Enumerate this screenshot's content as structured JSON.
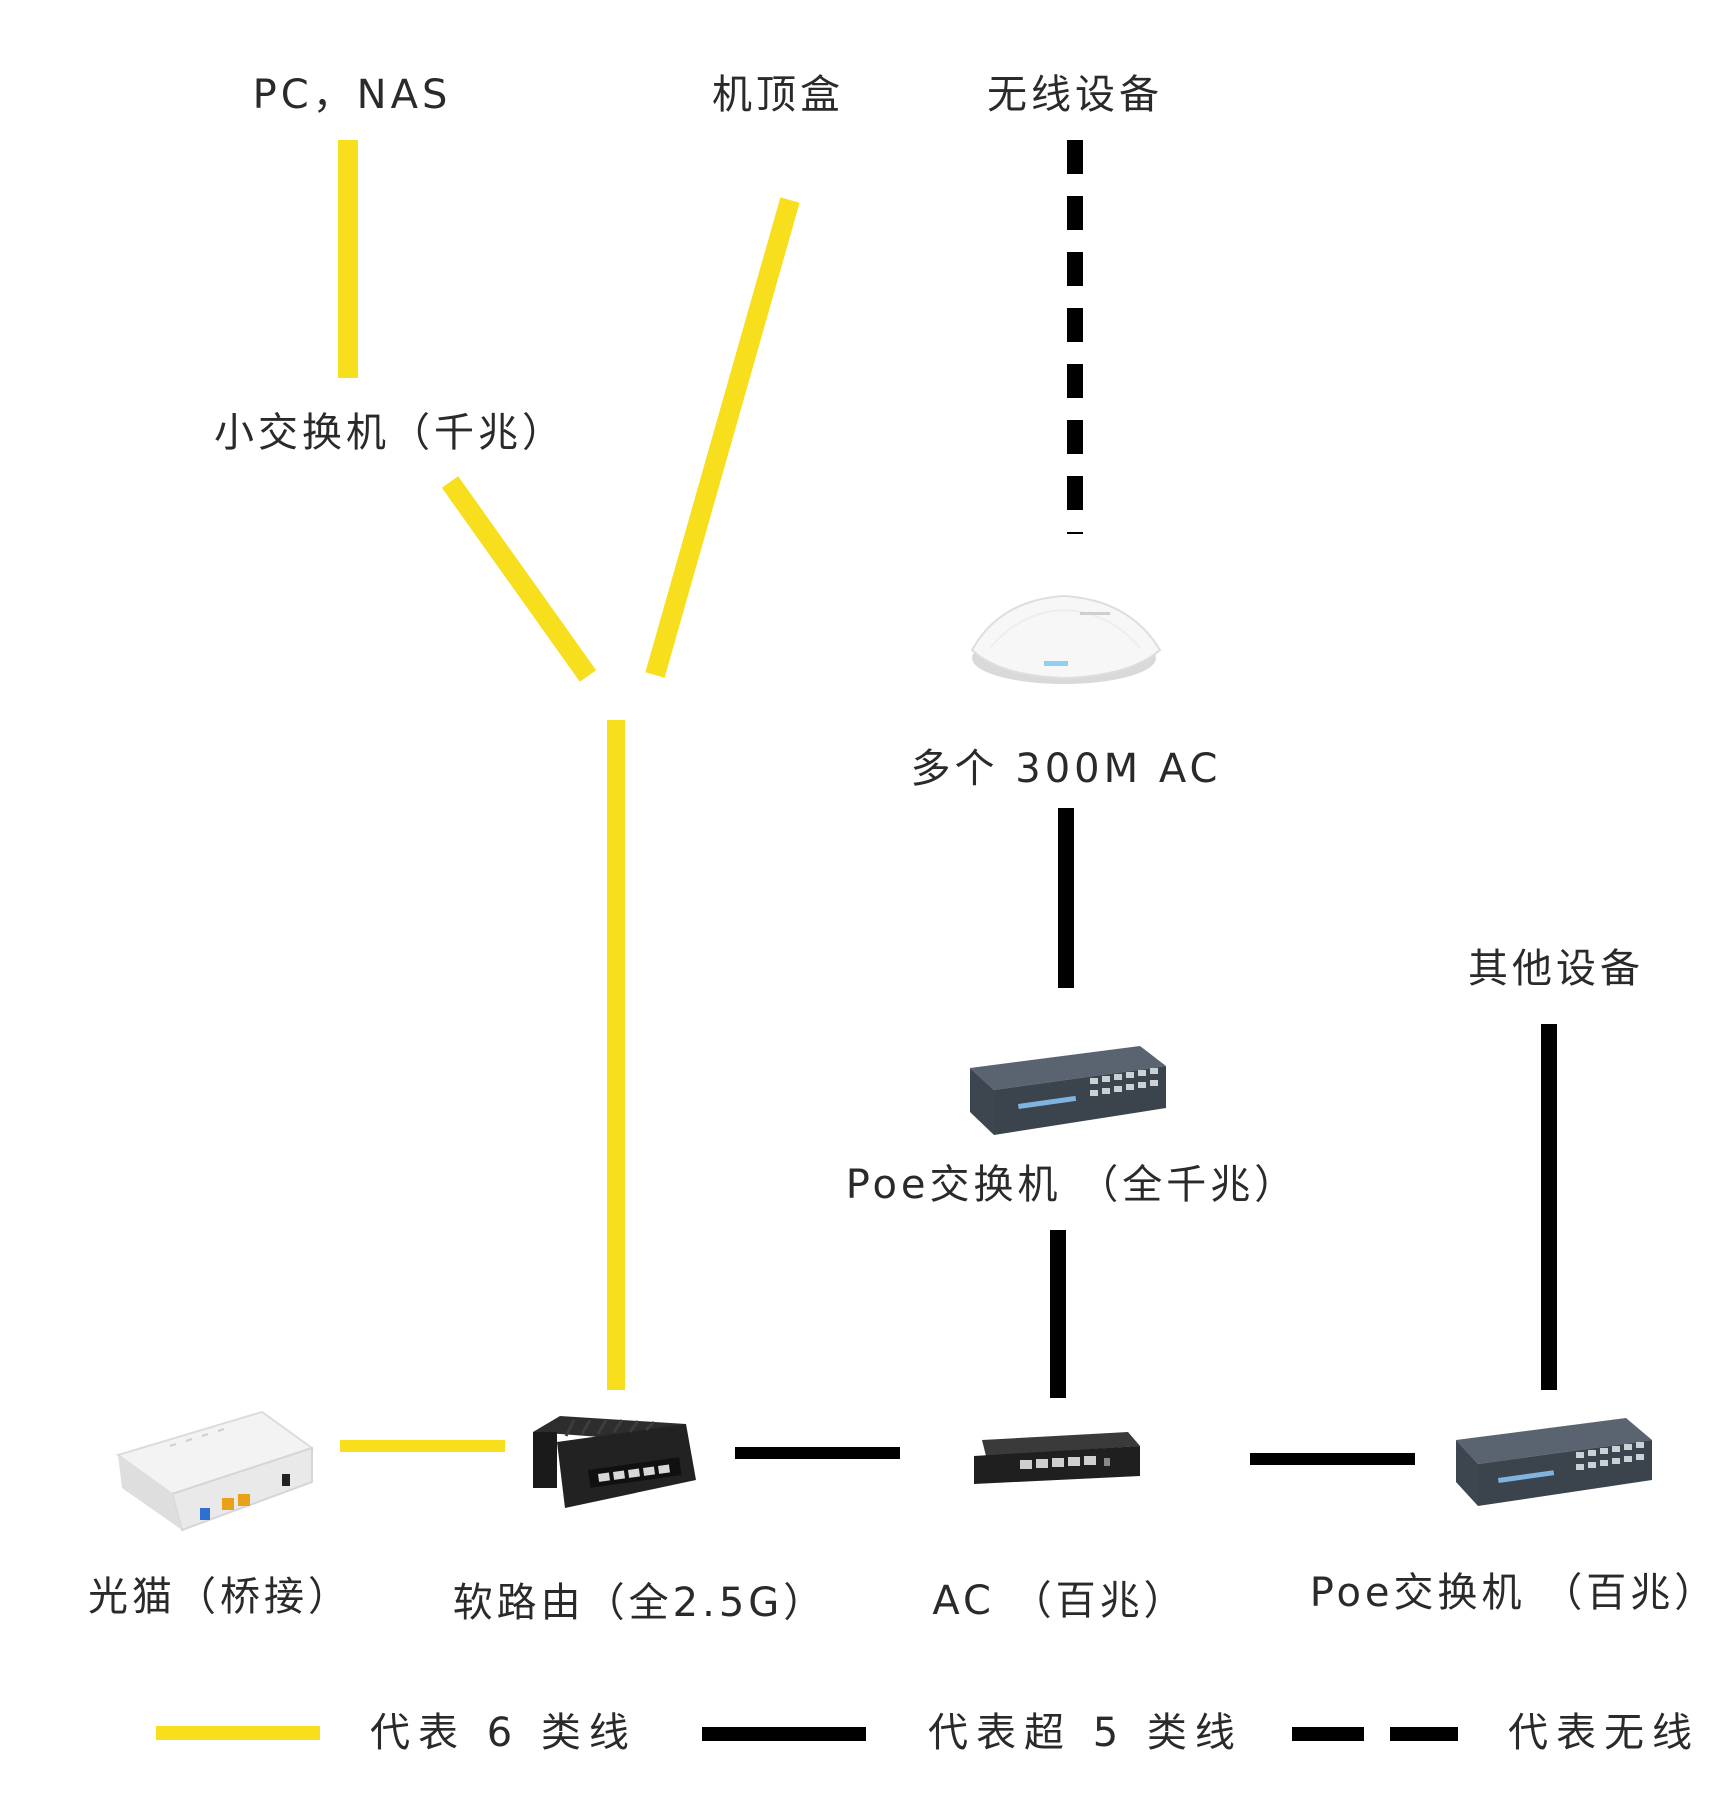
{
  "colors": {
    "cat6": "#f7df1e",
    "cat5e": "#000000",
    "wireless": "#000000",
    "text": "#2a2a2a"
  },
  "nodes": {
    "pc_nas": "PC，NAS",
    "set_top_box": "机顶盒",
    "wireless_devices": "无线设备",
    "small_switch": "小交换机（千兆）",
    "ap": "多个 300M AC",
    "poe_switch_gigabit": "Poe交换机 （全千兆）",
    "other_devices": "其他设备",
    "modem": "光猫（桥接）",
    "soft_router": "软路由（全2.5G）",
    "ac": "AC （百兆）",
    "poe_switch_100m": "Poe交换机 （百兆）"
  },
  "icons": {
    "modem": "optical-modem-icon",
    "soft_router": "soft-router-icon",
    "ac": "ac-controller-icon",
    "poe_switch_100m": "poe-switch-icon",
    "poe_switch_gigabit": "poe-switch-icon",
    "ap": "ceiling-ap-icon"
  },
  "legend": {
    "cat6": "代表 6 类线",
    "cat5e": "代表超 5 类线",
    "wireless": "代表无线"
  }
}
